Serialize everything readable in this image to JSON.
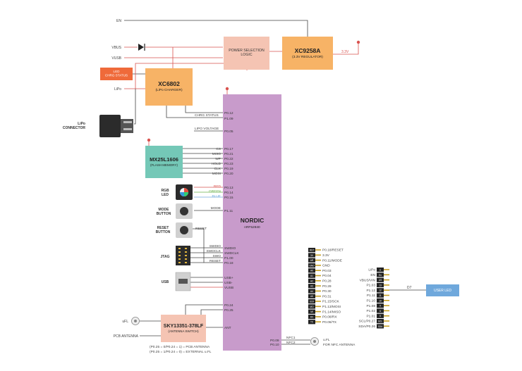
{
  "colors": {
    "nordic": "#c89bcb",
    "power": "#f5c4b3",
    "regulator": "#f7b366",
    "charger": "#f7b366",
    "flash": "#74c8b7",
    "chrg_led": "#ef6a3a",
    "user_led": "#6fa8dc",
    "wire_red": "#d9534f",
    "wire_dark": "#444444"
  },
  "blocks": {
    "power_selection": "POWER SELECTION\nLOGIC",
    "regulator_title": "XC9258A",
    "regulator_sub": "(3.3V REGULATOR)",
    "charger_title": "XC6802",
    "charger_sub": "(LiPo CHARGER)",
    "flash_title": "MX25L1606",
    "flash_sub": "(FLASH MEMORY)",
    "nordic_title": "NORDIC",
    "nordic_sub": "nRF52840",
    "antenna_switch_title": "SKY13351-378LF",
    "antenna_switch_sub": "(ANTENNA SWITCH)",
    "chrg_led": "LED\nCHRG STATUS",
    "user_led": "USER LED"
  },
  "power": {
    "en": "EN",
    "vbus": "VBUS",
    "vusb": "VUSB",
    "lipo": "LiPo",
    "out_3v3": "3.3V",
    "lipo_connector": "LiPo\nCONNECTOR"
  },
  "charger_signals": {
    "chrg_status": "CHRG STATUS",
    "chrg_pin": "P0.12",
    "p109": "P1.09",
    "lipo_voltage": "LIPO VOLTAGE",
    "lipo_pin": "P0.05"
  },
  "flash_signals": [
    {
      "sig": "CS",
      "pin": "P0.17"
    },
    {
      "sig": "MISO",
      "pin": "P0.21"
    },
    {
      "sig": "WP",
      "pin": "P0.22"
    },
    {
      "sig": "HOLD",
      "pin": "P0.23"
    },
    {
      "sig": "CLK",
      "pin": "P0.19"
    },
    {
      "sig": "MOSI",
      "pin": "P0.20"
    }
  ],
  "rgb": {
    "label": "RGB\nLED",
    "red": "RED",
    "green": "GREEN",
    "blue": "BLUE",
    "red_pin": "P0.13",
    "green_pin": "P0.14",
    "blue_pin": "P0.15"
  },
  "mode": {
    "label": "MODE\nBUTTON",
    "sig": "MODE",
    "pin": "P1.11"
  },
  "reset": {
    "label": "RESET\nBUTTON",
    "sig": "RESET"
  },
  "jtag": {
    "label": "JTAG",
    "signals": [
      "SWDIO",
      "SWDCLK",
      "SWO",
      "RESET"
    ],
    "pins": [
      "SWDIO",
      "SWDCLK",
      "P1.00",
      "P0.18"
    ]
  },
  "usb": {
    "label": "USB",
    "signals": [
      "USB+",
      "USB-",
      "VUSB"
    ]
  },
  "antenna": {
    "ufl": "uFL",
    "pcb_antenna": "PCB ANTENNA",
    "ant": "ANT",
    "pin_a": "P0.24",
    "pin_b": "P0.25",
    "note_1": "(P0.25 = 0/P0.24 = 1) = PCB ANTENNA",
    "note_2": "(P0.25 = 1/P0.24 = 0) = EXTERNAL u.FL"
  },
  "nfc": {
    "pin1": "P0.09",
    "pin2": "P0.10",
    "nfc1": "NFC1",
    "nfc2": "NFC2",
    "label1": "u.FL",
    "label2": "FOR NFC ANTENNA"
  },
  "header_left": {
    "codes": [
      "RST",
      "3V",
      "AR",
      "GND",
      "A0",
      "A1",
      "A2",
      "A3",
      "A4",
      "A5",
      "SCK",
      "MO",
      "MI",
      "RX",
      "TX"
    ],
    "labels": [
      "P0.18/RESET",
      "3.3V",
      "P0.11/MODE",
      "GND",
      "P0.03",
      "P0.04",
      "P0.28",
      "P0.29",
      "P0.30",
      "P0.31",
      "P1.15/SCK",
      "P1.13/MOSI",
      "P1.14/MISO",
      "P0.08/RX",
      "P0.06/TX"
    ]
  },
  "header_right": {
    "codes": [
      "Li",
      "En",
      "US",
      "13",
      "12",
      "11",
      "10",
      "9",
      "6",
      "5",
      "SCL",
      "SDA"
    ],
    "labels": [
      "LiPo",
      "EN",
      "VBUS/VIN",
      "P1.03",
      "P1.12",
      "P1.11",
      "P1.10",
      "P1.08",
      "P1.02",
      "P1.01",
      "SCL/P0.27",
      "SDA/P0.26"
    ],
    "d7": "D7"
  }
}
